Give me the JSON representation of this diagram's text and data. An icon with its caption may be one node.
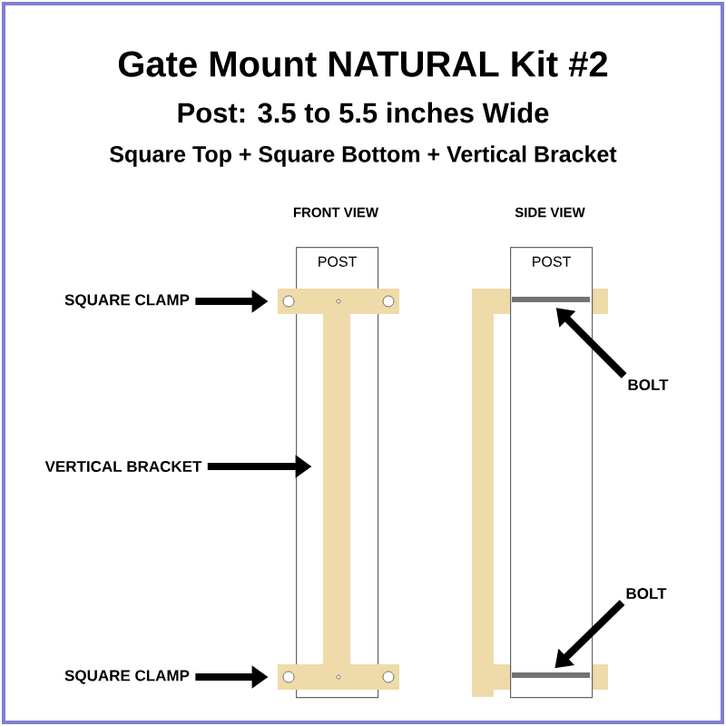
{
  "diagram": {
    "title": "Gate Mount NATURAL Kit #2",
    "nodes": [
      {
        "text": [
          "POST"
        ]
      },
      {
        "text": [
          "POST"
        ]
      },
      {
        "text": [
          "SQUARE CLAMP"
        ]
      },
      {
        "text": [],
        "shape": "bar"
      },
      {
        "text": [
          "VERTICAL BRACKET"
        ]
      },
      {
        "text": [],
        "shape": "bar",
        "in": 0
      },
      {
        "text": [
          "SQUARE CLAMP"
        ]
      },
      {
        "text": [],
        "shape": "bar"
      },
      {
        "text": [
          "BOLT"
        ]
      },
      {
        "text": [],
        "shape": "bar",
        "in": 1
      },
      {
        "text": [
          "BOLT"
        ]
      },
      {
        "text": [],
        "shape": "bar",
        "in": 1
      }
    ],
    "edges": [
      {
        "from": 2,
        "to": 3,
        "arrow": "to"
      },
      {
        "from": 4,
        "to": 5,
        "arrow": "to"
      },
      {
        "from": 6,
        "to": 7,
        "arrow": "to"
      },
      {
        "from": 8,
        "to": 9,
        "arrow": "to"
      },
      {
        "from": 10,
        "to": 11,
        "arrow": "to"
      }
    ],
    "labels": [
      "Post: 3.5 to 5.5 inches Wide",
      "Square Top + Square Bottom + Vertical Bracket",
      "FRONT VIEW",
      "SIDE VIEW"
    ]
  }
}
